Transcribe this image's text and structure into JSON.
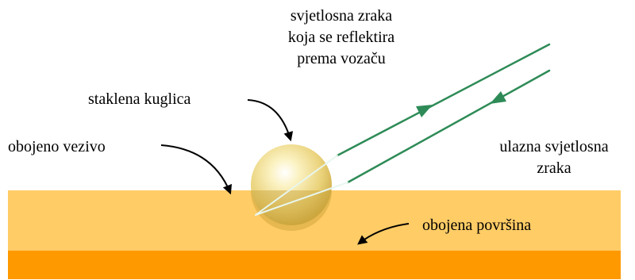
{
  "labels": {
    "reflected_ray": [
      "svjetlosna zraka",
      "koja se reflektira",
      "prema vozaču"
    ],
    "glass_bead": "staklena kuglica",
    "colored_binder": "obojeno vezivo",
    "incoming_ray": [
      "ulazna svjetlosna",
      "zraka"
    ],
    "painted_surface": "obojena površina"
  },
  "colors": {
    "binder_layer": "#ffcc66",
    "painted_surface": "#ff9900",
    "glass_bead": "#e8d070",
    "light_ray": "#2e8b57",
    "pointer_arrow": "#000000"
  }
}
